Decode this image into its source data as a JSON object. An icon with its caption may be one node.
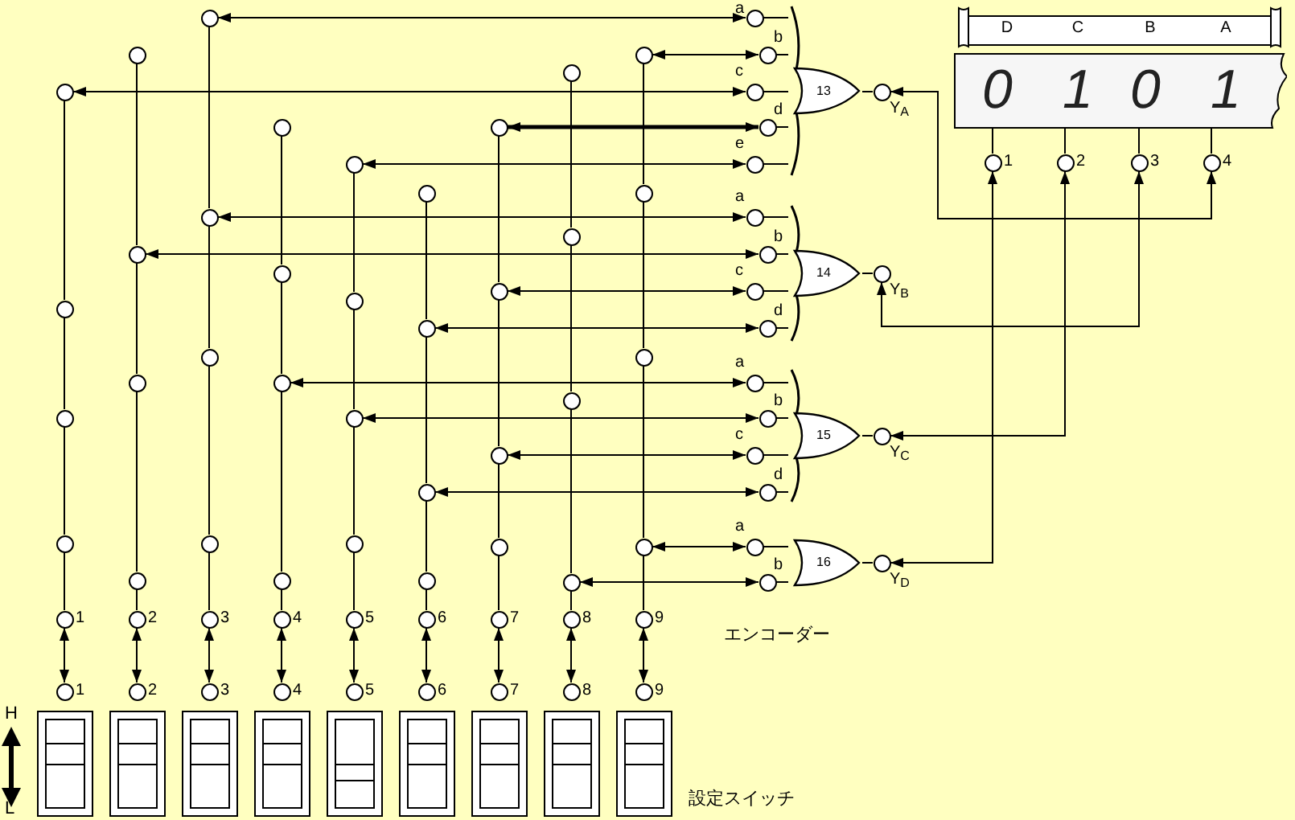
{
  "diagram": {
    "nodes": [
      {
        "text": [
          "D",
          "C",
          "B",
          "A"
        ]
      },
      {
        "text": [
          "0",
          "1",
          "0",
          "1"
        ]
      },
      {
        "text": [],
        "shape": "circle",
        "beside": [
          "1"
        ]
      },
      {
        "text": [],
        "shape": "circle",
        "beside": [
          "2"
        ]
      },
      {
        "text": [],
        "shape": "circle",
        "beside": [
          "3"
        ]
      },
      {
        "text": [],
        "shape": "circle",
        "beside": [
          "4"
        ]
      },
      {
        "text": [
          "13"
        ]
      },
      {
        "text": [
          "14"
        ]
      },
      {
        "text": [
          "15"
        ]
      },
      {
        "text": [
          "16"
        ]
      },
      {
        "text": [],
        "shape": "circle",
        "beside": [
          "a"
        ]
      },
      {
        "text": [],
        "shape": "circle",
        "beside": [
          "b"
        ]
      },
      {
        "text": [],
        "shape": "circle",
        "beside": [
          "c"
        ]
      },
      {
        "text": [],
        "shape": "circle",
        "beside": [
          "d"
        ]
      },
      {
        "text": [],
        "shape": "circle",
        "beside": [
          "e"
        ]
      },
      {
        "text": [],
        "shape": "circle",
        "beside": [
          "a"
        ]
      },
      {
        "text": [],
        "shape": "circle",
        "beside": [
          "b"
        ]
      },
      {
        "text": [],
        "shape": "circle",
        "beside": [
          "c"
        ]
      },
      {
        "text": [],
        "shape": "circle",
        "beside": [
          "d"
        ]
      },
      {
        "text": [],
        "shape": "circle",
        "beside": [
          "a"
        ]
      },
      {
        "text": [],
        "shape": "circle",
        "beside": [
          "b"
        ]
      },
      {
        "text": [],
        "shape": "circle",
        "beside": [
          "c"
        ]
      },
      {
        "text": [],
        "shape": "circle",
        "beside": [
          "d"
        ]
      },
      {
        "text": [],
        "shape": "circle",
        "beside": [
          "a"
        ]
      },
      {
        "text": [],
        "shape": "circle",
        "beside": [
          "b"
        ]
      },
      {
        "text": [],
        "shape": "circle",
        "beside": [
          "Y$_{A}$"
        ]
      },
      {
        "text": [],
        "shape": "circle",
        "beside": [
          "Y$_{B}$"
        ]
      },
      {
        "text": [],
        "shape": "circle",
        "beside": [
          "Y$_{C}$"
        ]
      },
      {
        "text": [],
        "shape": "circle",
        "beside": [
          "Y$_{D}$"
        ]
      },
      {
        "text": [],
        "shape": "circle",
        "beside": [
          "1"
        ]
      },
      {
        "text": [],
        "shape": "circle",
        "beside": [
          "2"
        ]
      },
      {
        "text": [],
        "shape": "circle",
        "beside": [
          "3"
        ]
      },
      {
        "text": [],
        "shape": "circle",
        "beside": [
          "4"
        ]
      },
      {
        "text": [],
        "shape": "circle",
        "beside": [
          "5"
        ]
      },
      {
        "text": [],
        "shape": "circle",
        "beside": [
          "6"
        ]
      },
      {
        "text": [],
        "shape": "circle",
        "beside": [
          "7"
        ]
      },
      {
        "text": [],
        "shape": "circle",
        "beside": [
          "8"
        ]
      },
      {
        "text": [],
        "shape": "circle",
        "beside": [
          "9"
        ]
      },
      {
        "text": [],
        "shape": "circle",
        "beside": [
          "1"
        ]
      },
      {
        "text": [],
        "shape": "circle",
        "beside": [
          "2"
        ]
      },
      {
        "text": [],
        "shape": "circle",
        "beside": [
          "3"
        ]
      },
      {
        "text": [],
        "shape": "circle",
        "beside": [
          "4"
        ]
      },
      {
        "text": [],
        "shape": "circle",
        "beside": [
          "5"
        ]
      },
      {
        "text": [],
        "shape": "circle",
        "beside": [
          "6"
        ]
      },
      {
        "text": [],
        "shape": "circle",
        "beside": [
          "7"
        ]
      },
      {
        "text": [],
        "shape": "circle",
        "beside": [
          "8"
        ]
      },
      {
        "text": [],
        "shape": "circle",
        "beside": [
          "9"
        ]
      },
      {
        "text": [],
        "shape": "box"
      },
      {
        "text": [],
        "shape": "box"
      },
      {
        "text": [],
        "shape": "box"
      },
      {
        "text": [],
        "shape": "box"
      },
      {
        "text": [],
        "shape": "box"
      },
      {
        "text": [],
        "shape": "box"
      },
      {
        "text": [],
        "shape": "box"
      },
      {
        "text": [],
        "shape": "box"
      },
      {
        "text": [],
        "shape": "box"
      },
      {
        "text": [],
        "shape": "circle"
      },
      {
        "text": [],
        "shape": "circle"
      },
      {
        "text": [],
        "shape": "circle"
      },
      {
        "text": [],
        "shape": "circle"
      },
      {
        "text": [],
        "shape": "circle"
      },
      {
        "text": [],
        "shape": "circle"
      },
      {
        "text": [],
        "shape": "circle"
      },
      {
        "text": [],
        "shape": "circle"
      },
      {
        "text": [],
        "shape": "circle"
      },
      {
        "text": [],
        "shape": "circle"
      },
      {
        "text": [],
        "shape": "circle"
      },
      {
        "text": [],
        "shape": "circle"
      },
      {
        "text": [],
        "shape": "circle"
      },
      {
        "text": [],
        "shape": "circle"
      },
      {
        "text": [],
        "shape": "circle"
      },
      {
        "text": [],
        "shape": "circle"
      },
      {
        "text": [],
        "shape": "circle"
      },
      {
        "text": [],
        "shape": "circle"
      },
      {
        "text": [],
        "shape": "circle"
      },
      {
        "text": [],
        "shape": "circle"
      },
      {
        "text": [],
        "shape": "circle"
      },
      {
        "text": [],
        "shape": "circle"
      },
      {
        "text": [],
        "shape": "circle"
      },
      {
        "text": [],
        "shape": "circle"
      },
      {
        "text": [],
        "shape": "circle"
      },
      {
        "text": [],
        "shape": "circle"
      },
      {
        "text": [],
        "shape": "circle"
      },
      {
        "text": [],
        "shape": "circle"
      },
      {
        "text": [],
        "shape": "circle"
      },
      {
        "text": [],
        "shape": "circle"
      },
      {
        "text": [],
        "shape": "circle"
      },
      {
        "text": [],
        "shape": "circle"
      },
      {
        "text": [],
        "shape": "circle"
      },
      {
        "text": [],
        "shape": "circle"
      },
      {
        "text": [],
        "shape": "circle"
      },
      {
        "text": [],
        "shape": "circle"
      }
    ],
    "edges": [
      {
        "from": 56,
        "to": 10,
        "arrow": "both"
      },
      {
        "from": 57,
        "to": 11,
        "arrow": "both"
      },
      {
        "from": 58,
        "to": 12,
        "arrow": "both"
      },
      {
        "from": 59,
        "to": 13,
        "arrow": "both",
        "style": "thick"
      },
      {
        "from": 60,
        "to": 14,
        "arrow": "both"
      },
      {
        "from": 61,
        "to": 15,
        "arrow": "both"
      },
      {
        "from": 62,
        "to": 16,
        "arrow": "both"
      },
      {
        "from": 63,
        "to": 17,
        "arrow": "both"
      },
      {
        "from": 64,
        "to": 18,
        "arrow": "both"
      },
      {
        "from": 65,
        "to": 19,
        "arrow": "both"
      },
      {
        "from": 66,
        "to": 20,
        "arrow": "both"
      },
      {
        "from": 67,
        "to": 21,
        "arrow": "both"
      },
      {
        "from": 68,
        "to": 22,
        "arrow": "both"
      },
      {
        "from": 69,
        "to": 23,
        "arrow": "both"
      },
      {
        "from": 70,
        "to": 24,
        "arrow": "both"
      },
      {
        "from": 25,
        "to": 5,
        "arrow": "both"
      },
      {
        "from": 26,
        "to": 4,
        "arrow": "both"
      },
      {
        "from": 27,
        "to": 3,
        "arrow": "both"
      },
      {
        "from": 28,
        "to": 2,
        "arrow": "both"
      },
      {
        "from": 6,
        "to": 25,
        "arrow": "none"
      },
      {
        "from": 7,
        "to": 26,
        "arrow": "none"
      },
      {
        "from": 8,
        "to": 27,
        "arrow": "none"
      },
      {
        "from": 9,
        "to": 28,
        "arrow": "none"
      },
      {
        "from": 1,
        "to": 2,
        "arrow": "none"
      },
      {
        "from": 1,
        "to": 3,
        "arrow": "none"
      },
      {
        "from": 1,
        "to": 4,
        "arrow": "none"
      },
      {
        "from": 1,
        "to": 5,
        "arrow": "none"
      },
      {
        "from": 29,
        "to": 38,
        "arrow": "both"
      },
      {
        "from": 30,
        "to": 39,
        "arrow": "both"
      },
      {
        "from": 31,
        "to": 40,
        "arrow": "both"
      },
      {
        "from": 32,
        "to": 41,
        "arrow": "both"
      },
      {
        "from": 33,
        "to": 42,
        "arrow": "both"
      },
      {
        "from": 34,
        "to": 43,
        "arrow": "both"
      },
      {
        "from": 35,
        "to": 44,
        "arrow": "both"
      },
      {
        "from": 36,
        "to": 45,
        "arrow": "both"
      },
      {
        "from": 37,
        "to": 46,
        "arrow": "both"
      },
      {
        "from": 10,
        "to": 6,
        "arrow": "none"
      },
      {
        "from": 11,
        "to": 6,
        "arrow": "none"
      },
      {
        "from": 12,
        "to": 6,
        "arrow": "none"
      },
      {
        "from": 13,
        "to": 6,
        "arrow": "none"
      },
      {
        "from": 14,
        "to": 6,
        "arrow": "none"
      },
      {
        "from": 15,
        "to": 7,
        "arrow": "none"
      },
      {
        "from": 16,
        "to": 7,
        "arrow": "none"
      },
      {
        "from": 17,
        "to": 7,
        "arrow": "none"
      },
      {
        "from": 18,
        "to": 7,
        "arrow": "none"
      },
      {
        "from": 19,
        "to": 8,
        "arrow": "none"
      },
      {
        "from": 20,
        "to": 8,
        "arrow": "none"
      },
      {
        "from": 21,
        "to": 8,
        "arrow": "none"
      },
      {
        "from": 22,
        "to": 8,
        "arrow": "none"
      },
      {
        "from": 23,
        "to": 9,
        "arrow": "none"
      },
      {
        "from": 24,
        "to": 9,
        "arrow": "none"
      },
      {
        "from": 29,
        "to": 73,
        "arrow": "none"
      },
      {
        "from": 73,
        "to": 72,
        "arrow": "none"
      },
      {
        "from": 72,
        "to": 71,
        "arrow": "none"
      },
      {
        "from": 71,
        "to": 58,
        "arrow": "none"
      },
      {
        "from": 30,
        "to": 76,
        "arrow": "none"
      },
      {
        "from": 76,
        "to": 75,
        "arrow": "none"
      },
      {
        "from": 75,
        "to": 62,
        "arrow": "none"
      },
      {
        "from": 62,
        "to": 74,
        "arrow": "none"
      },
      {
        "from": 31,
        "to": 78,
        "arrow": "none"
      },
      {
        "from": 78,
        "to": 77,
        "arrow": "none"
      },
      {
        "from": 77,
        "to": 61,
        "arrow": "none"
      },
      {
        "from": 61,
        "to": 56,
        "arrow": "none"
      },
      {
        "from": 32,
        "to": 81,
        "arrow": "none"
      },
      {
        "from": 81,
        "to": 65,
        "arrow": "none"
      },
      {
        "from": 65,
        "to": 80,
        "arrow": "none"
      },
      {
        "from": 80,
        "to": 79,
        "arrow": "none"
      },
      {
        "from": 33,
        "to": 83,
        "arrow": "none"
      },
      {
        "from": 83,
        "to": 66,
        "arrow": "none"
      },
      {
        "from": 66,
        "to": 82,
        "arrow": "none"
      },
      {
        "from": 82,
        "to": 60,
        "arrow": "none"
      },
      {
        "from": 34,
        "to": 85,
        "arrow": "none"
      },
      {
        "from": 85,
        "to": 68,
        "arrow": "none"
      },
      {
        "from": 68,
        "to": 64,
        "arrow": "none"
      },
      {
        "from": 64,
        "to": 84,
        "arrow": "none"
      },
      {
        "from": 35,
        "to": 86,
        "arrow": "none"
      },
      {
        "from": 86,
        "to": 67,
        "arrow": "none"
      },
      {
        "from": 67,
        "to": 63,
        "arrow": "none"
      },
      {
        "from": 63,
        "to": 59,
        "arrow": "none"
      },
      {
        "from": 36,
        "to": 70,
        "arrow": "none"
      },
      {
        "from": 70,
        "to": 89,
        "arrow": "none"
      },
      {
        "from": 89,
        "to": 88,
        "arrow": "none"
      },
      {
        "from": 88,
        "to": 87,
        "arrow": "none"
      },
      {
        "from": 37,
        "to": 69,
        "arrow": "none"
      },
      {
        "from": 69,
        "to": 91,
        "arrow": "none"
      },
      {
        "from": 91,
        "to": 90,
        "arrow": "none"
      },
      {
        "from": 90,
        "to": 57,
        "arrow": "none"
      }
    ],
    "labels": [
      "エンコーダー",
      "H",
      "設定スイッチ",
      "L"
    ]
  }
}
